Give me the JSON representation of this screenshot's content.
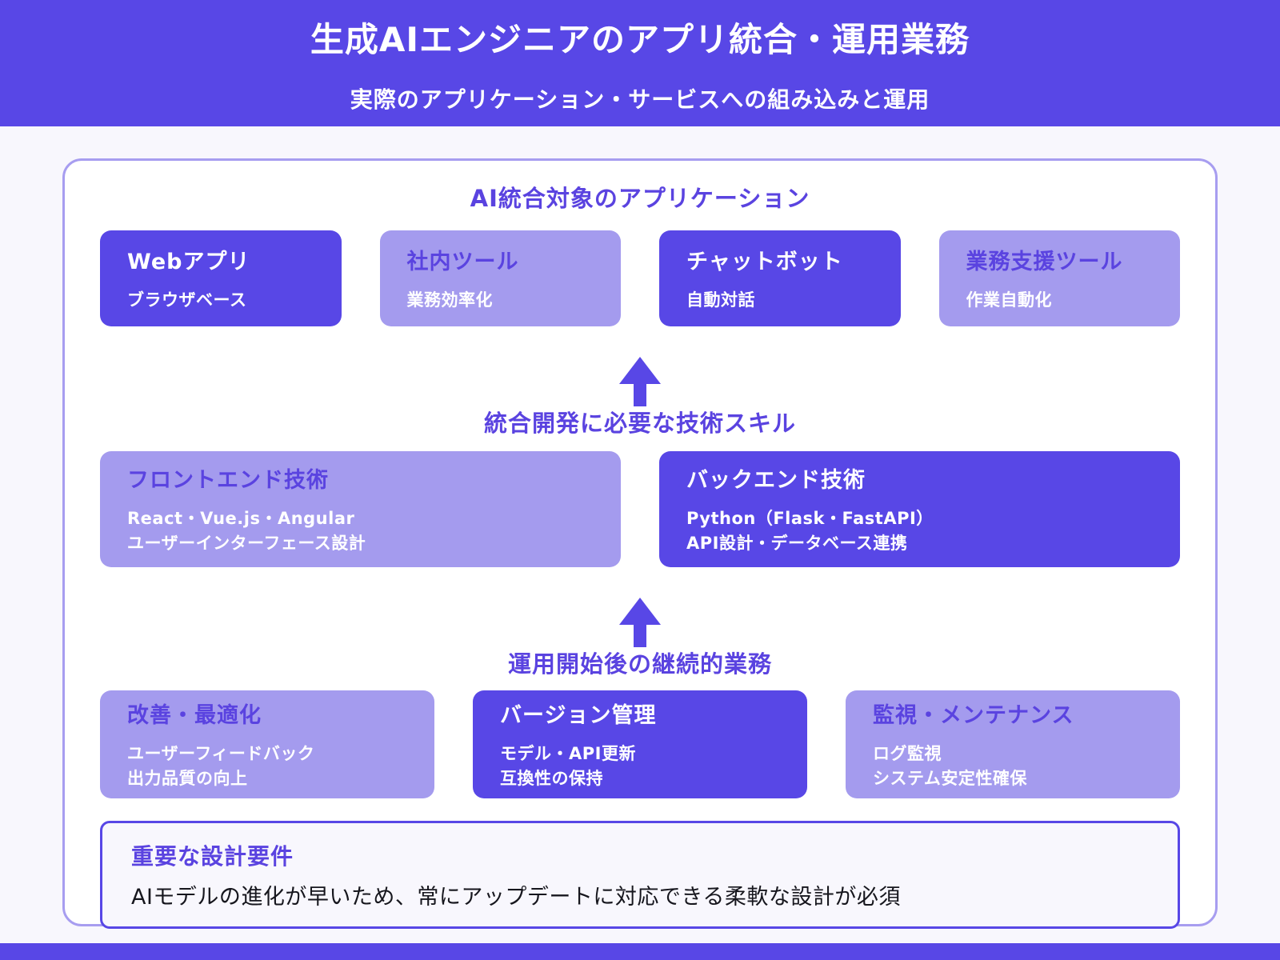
{
  "header": {
    "title": "生成AIエンジニアのアプリ統合・運用業務",
    "subtitle": "実際のアプリケーション・サービスへの組み込みと運用"
  },
  "sections": [
    {
      "title": "AI統合対象のアプリケーション",
      "cards": [
        {
          "title": "Webアプリ",
          "lines": [
            "ブラウザベース"
          ],
          "variant": "dark"
        },
        {
          "title": "社内ツール",
          "lines": [
            "業務効率化"
          ],
          "variant": "light"
        },
        {
          "title": "チャットボット",
          "lines": [
            "自動対話"
          ],
          "variant": "dark"
        },
        {
          "title": "業務支援ツール",
          "lines": [
            "作業自動化"
          ],
          "variant": "light"
        }
      ]
    },
    {
      "title": "統合開発に必要な技術スキル",
      "cards": [
        {
          "title": "フロントエンド技術",
          "lines": [
            "React・Vue.js・Angular",
            "ユーザーインターフェース設計"
          ],
          "variant": "light"
        },
        {
          "title": "バックエンド技術",
          "lines": [
            "Python（Flask・FastAPI）",
            "API設計・データベース連携"
          ],
          "variant": "dark"
        }
      ]
    },
    {
      "title": "運用開始後の継続的業務",
      "cards": [
        {
          "title": "改善・最適化",
          "lines": [
            "ユーザーフィードバック",
            "出力品質の向上"
          ],
          "variant": "light"
        },
        {
          "title": "バージョン管理",
          "lines": [
            "モデル・API更新",
            "互換性の保持"
          ],
          "variant": "dark"
        },
        {
          "title": "監視・メンテナンス",
          "lines": [
            "ログ監視",
            "システム安定性確保"
          ],
          "variant": "light"
        }
      ]
    }
  ],
  "note": {
    "title": "重要な設計要件",
    "body": "AIモデルの進化が早いため、常にアップデートに対応できる柔軟な設計が必須"
  },
  "colors": {
    "primary": "#5847e6",
    "light_card": "#a49bee",
    "panel_border": "#a79df0",
    "page_bg": "#f8f7fd",
    "accent_text": "#5a43e0",
    "note_text": "#16161d",
    "white": "#ffffff"
  }
}
